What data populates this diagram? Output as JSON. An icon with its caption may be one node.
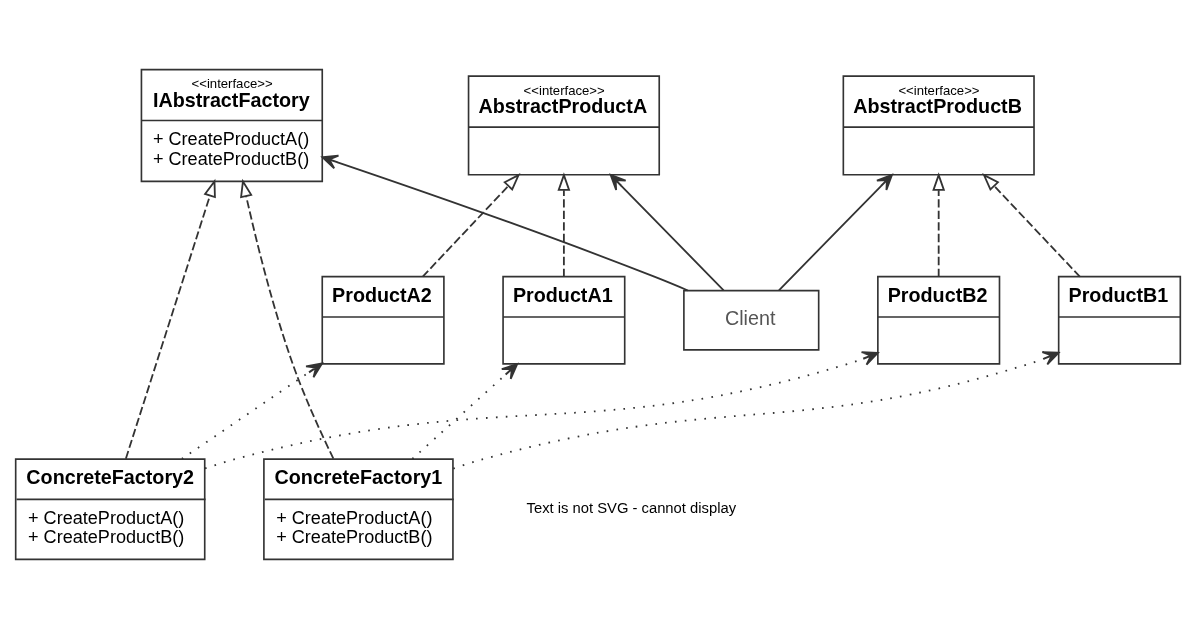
{
  "diagram": {
    "nodes": [
      {
        "text": [
          "<<interface>>",
          "IAbstractFactory",
          "+ CreateProductA()",
          "+ CreateProductB()"
        ]
      },
      {
        "text": [
          "Client"
        ]
      },
      {
        "text": [
          "<<interface>>",
          "AbstractProductA"
        ]
      },
      {
        "text": [
          "ConcreteFactory1",
          "+ CreateProductA()",
          "+ CreateProductB()"
        ]
      },
      {
        "text": [
          "ConcreteFactory2",
          "+ CreateProductA()",
          "+ CreateProductB()"
        ]
      },
      {
        "text": [
          "ProductA2"
        ]
      },
      {
        "text": [
          "ProductA1"
        ]
      },
      {
        "text": [
          "<<interface>>",
          "AbstractProductB"
        ]
      },
      {
        "text": [
          "ProductB2"
        ]
      },
      {
        "text": [
          "ProductB1"
        ]
      }
    ],
    "edges": [
      {
        "from": 1,
        "to": 0,
        "arrow": "to"
      },
      {
        "from": 1,
        "to": 2,
        "arrow": "to"
      },
      {
        "from": 1,
        "to": 7,
        "arrow": "to"
      },
      {
        "from": 3,
        "to": 0,
        "arrow": "to",
        "style": "dashed"
      },
      {
        "from": 4,
        "to": 0,
        "arrow": "to",
        "style": "dashed"
      },
      {
        "from": 5,
        "to": 2,
        "arrow": "to",
        "style": "dashed"
      },
      {
        "from": 6,
        "to": 2,
        "arrow": "to",
        "style": "dashed"
      },
      {
        "from": 8,
        "to": 7,
        "arrow": "to",
        "style": "dashed"
      },
      {
        "from": 9,
        "to": 7,
        "arrow": "to",
        "style": "dashed"
      },
      {
        "from": 4,
        "to": 5,
        "arrow": "to",
        "style": "dashed"
      },
      {
        "from": 4,
        "to": 8,
        "arrow": "to",
        "style": "dashed"
      },
      {
        "from": 3,
        "to": 6,
        "arrow": "to",
        "style": "dashed"
      },
      {
        "from": 3,
        "to": 9,
        "arrow": "to",
        "style": "dashed"
      }
    ],
    "labels": [
      "Text is not SVG - cannot display"
    ]
  }
}
